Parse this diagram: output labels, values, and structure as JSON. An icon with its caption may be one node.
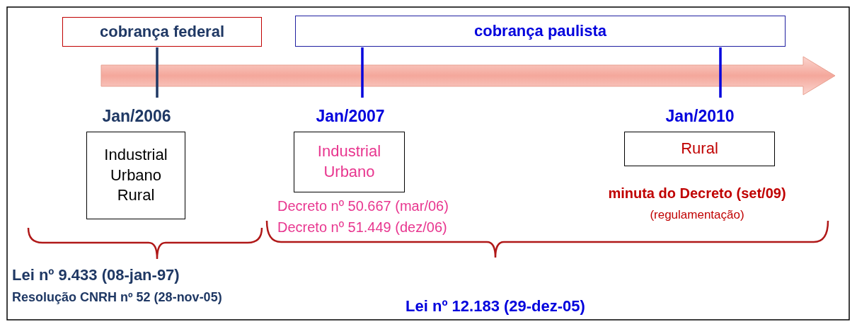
{
  "diagram": {
    "nodes": [
      {
        "text": [
          "cobrança federal"
        ]
      },
      {
        "text": [
          "cobrança paulista"
        ]
      },
      {
        "text": [
          "Jan/2006",
          "Industrial Urbano Rural"
        ]
      },
      {
        "text": [
          "Jan/2007",
          "Industrial Urbano"
        ],
        "beside": [
          "Decreto nº 50.667 (mar/06)",
          "Decreto nº 51.449 (dez/06)"
        ]
      },
      {
        "text": [
          "Jan/2010",
          "Rural"
        ],
        "beside": [
          "minuta do Decreto (set/09)",
          "(regulamentação)"
        ]
      }
    ],
    "labels": [
      "Lei nº 9.433 (08-jan-97)",
      "Resolução CNRH nº 52 (28-nov-05)",
      "Lei nº 12.183 (29-dez-05)"
    ]
  }
}
